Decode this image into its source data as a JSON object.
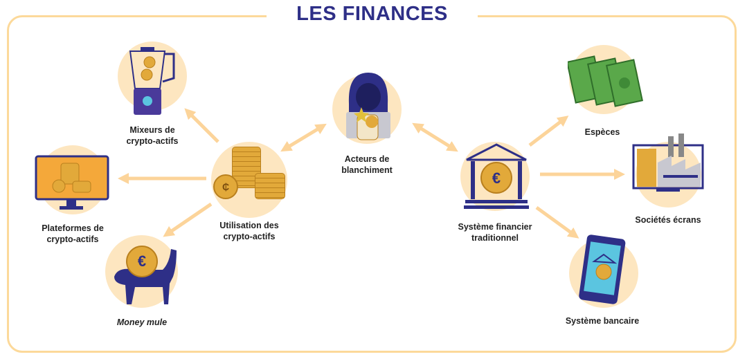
{
  "title": "LES FINANCES",
  "nodes": {
    "mixers": "Mixeurs de\ncrypto-actifs",
    "platforms": "Plateformes de\ncrypto-actifs",
    "money_mule": "Money mule",
    "crypto_use": "Utilisation des\ncrypto-actifs",
    "launderers": "Acteurs de\nblanchiment",
    "traditional_finance": "Système financier\ntraditionnel",
    "cash": "Espèces",
    "shell_companies": "Sociétés écrans",
    "banking_system": "Système bancaire"
  },
  "colors": {
    "navy": "#2e2f87",
    "gold": "#e2a93a",
    "peach": "#fde6c0",
    "arrow": "#fcd49a"
  }
}
